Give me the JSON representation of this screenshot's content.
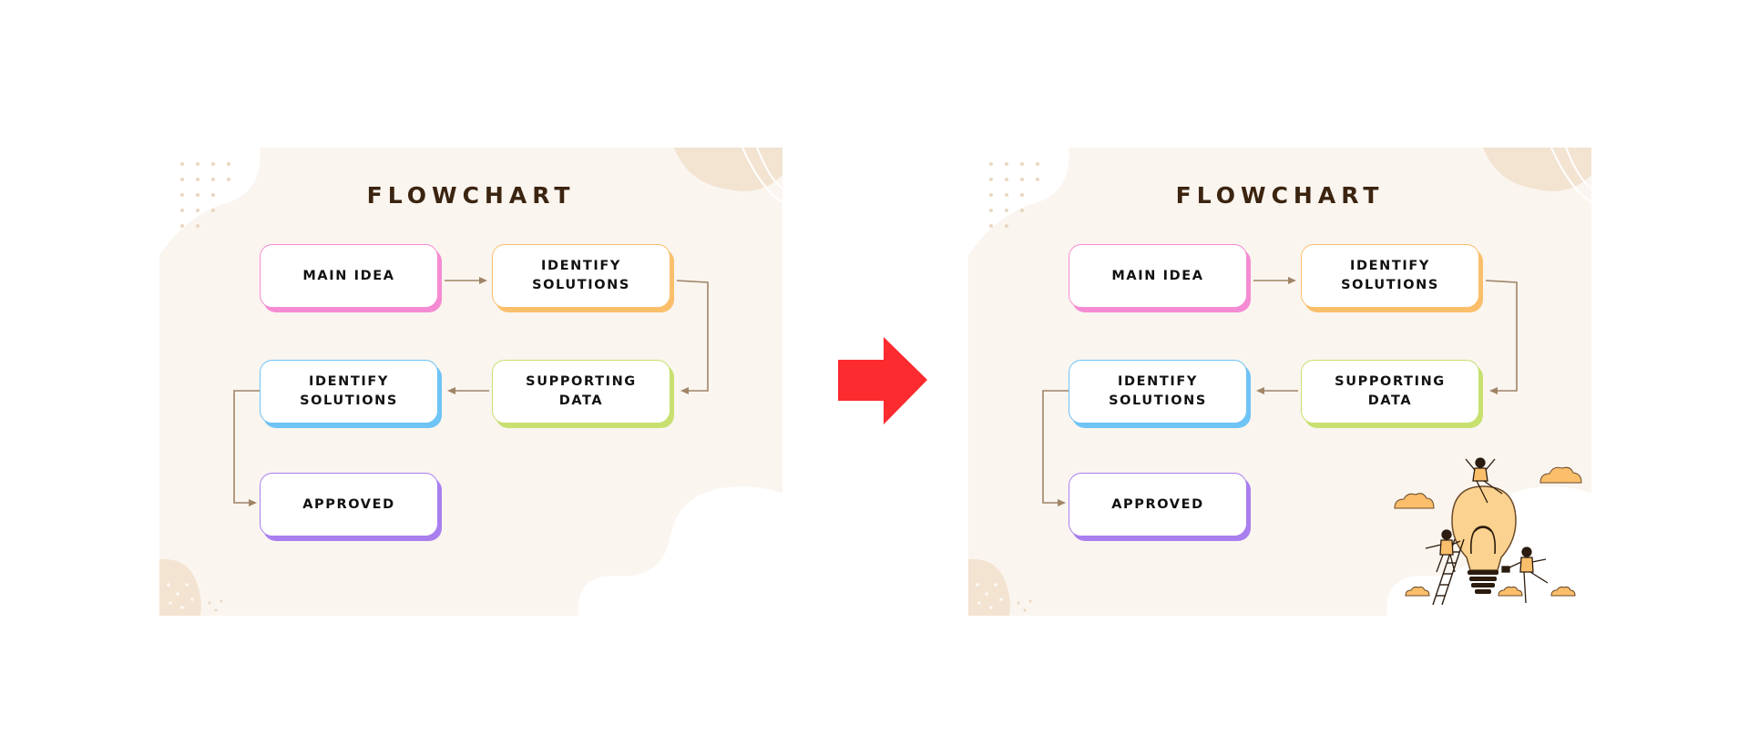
{
  "slides": [
    {
      "title": "FLOWCHART",
      "nodes": [
        {
          "label": "MAIN IDEA",
          "color": "#f58bd3"
        },
        {
          "label": "IDENTIFY\nSOLUTIONS",
          "color": "#fbbf6b"
        },
        {
          "label": "IDENTIFY\nSOLUTIONS",
          "color": "#6ec4f5"
        },
        {
          "label": "SUPPORTING\nDATA",
          "color": "#c8e070"
        },
        {
          "label": "APPROVED",
          "color": "#a97ff0"
        }
      ]
    },
    {
      "title": "FLOWCHART",
      "nodes": [
        {
          "label": "MAIN IDEA",
          "color": "#f58bd3"
        },
        {
          "label": "IDENTIFY\nSOLUTIONS",
          "color": "#fbbf6b"
        },
        {
          "label": "IDENTIFY\nSOLUTIONS",
          "color": "#6ec4f5"
        },
        {
          "label": "SUPPORTING\nDATA",
          "color": "#c8e070"
        },
        {
          "label": "APPROVED",
          "color": "#a97ff0"
        }
      ],
      "illustration": "lightbulb-people-icon"
    }
  ],
  "colors": {
    "slide_bg": "#faf5ef",
    "blob": "#f3e3d1",
    "connector": "#a08466",
    "title": "#3b2410",
    "transition_arrow": "#fb2b2f"
  },
  "transition_icon": "right-arrow-icon"
}
